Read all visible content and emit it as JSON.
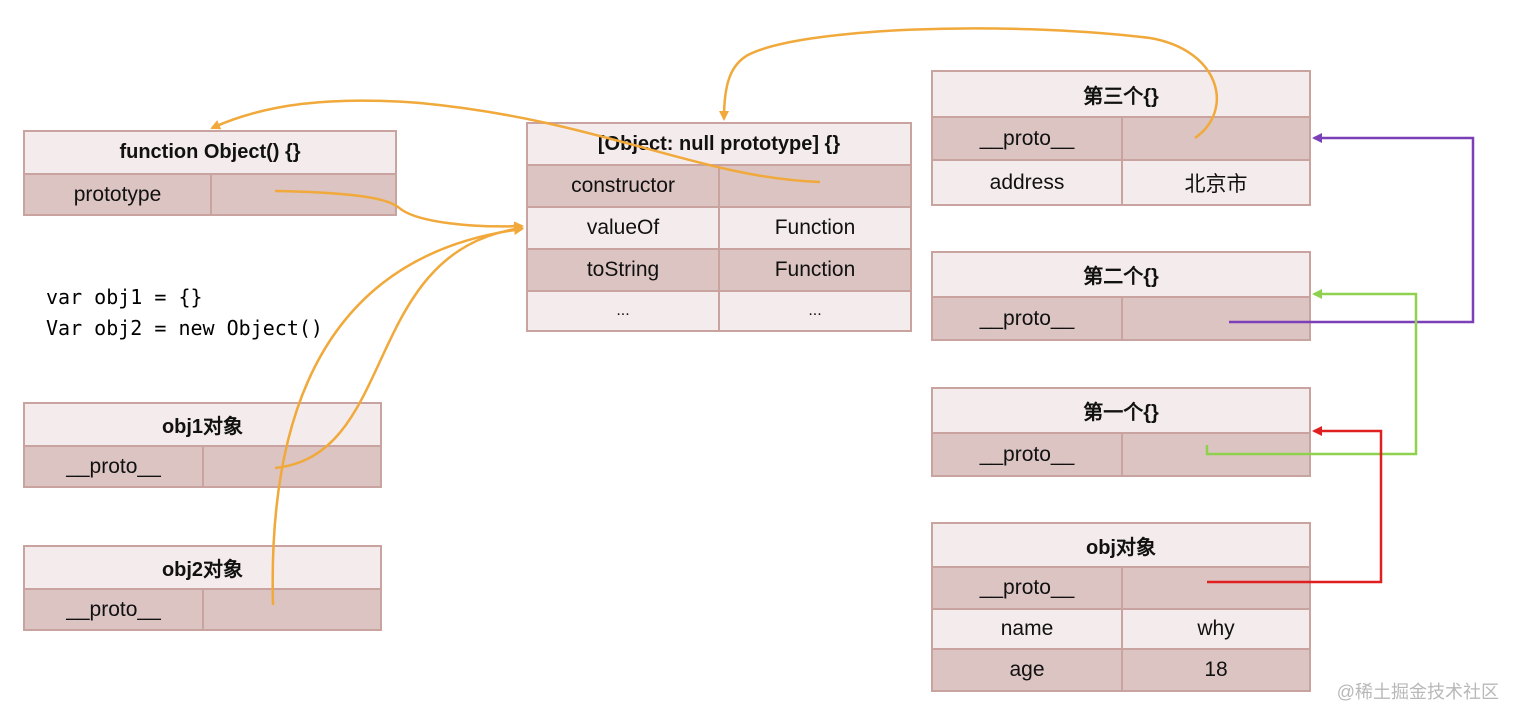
{
  "boxes": {
    "func_object": {
      "title": "function Object() {}",
      "rows": [
        {
          "key": "prototype",
          "value": ""
        }
      ]
    },
    "null_proto": {
      "title": "[Object: null prototype] {}",
      "rows": [
        {
          "key": "constructor",
          "value": ""
        },
        {
          "key": "valueOf",
          "value": "Function"
        },
        {
          "key": "toString",
          "value": "Function"
        },
        {
          "key": "...",
          "value": "..."
        }
      ]
    },
    "obj1": {
      "title": "obj1对象",
      "rows": [
        {
          "key": "__proto__",
          "value": ""
        }
      ]
    },
    "obj2": {
      "title": "obj2对象",
      "rows": [
        {
          "key": "__proto__",
          "value": ""
        }
      ]
    },
    "third": {
      "title": "第三个{}",
      "rows": [
        {
          "key": "__proto__",
          "value": ""
        },
        {
          "key": "address",
          "value": "北京市"
        }
      ]
    },
    "second": {
      "title": "第二个{}",
      "rows": [
        {
          "key": "__proto__",
          "value": ""
        }
      ]
    },
    "first": {
      "title": "第一个{}",
      "rows": [
        {
          "key": "__proto__",
          "value": ""
        }
      ]
    },
    "obj": {
      "title": "obj对象",
      "rows": [
        {
          "key": "__proto__",
          "value": ""
        },
        {
          "key": "name",
          "value": "why"
        },
        {
          "key": "age",
          "value": "18"
        }
      ]
    }
  },
  "code": {
    "line1": "var obj1 = {}",
    "line2": "Var obj2 = new Object()"
  },
  "watermark": "@稀土掘金技术社区",
  "colors": {
    "orange": "#f0a93a",
    "purple": "#7b3fb8",
    "green": "#8fd14f",
    "red": "#e02020"
  }
}
